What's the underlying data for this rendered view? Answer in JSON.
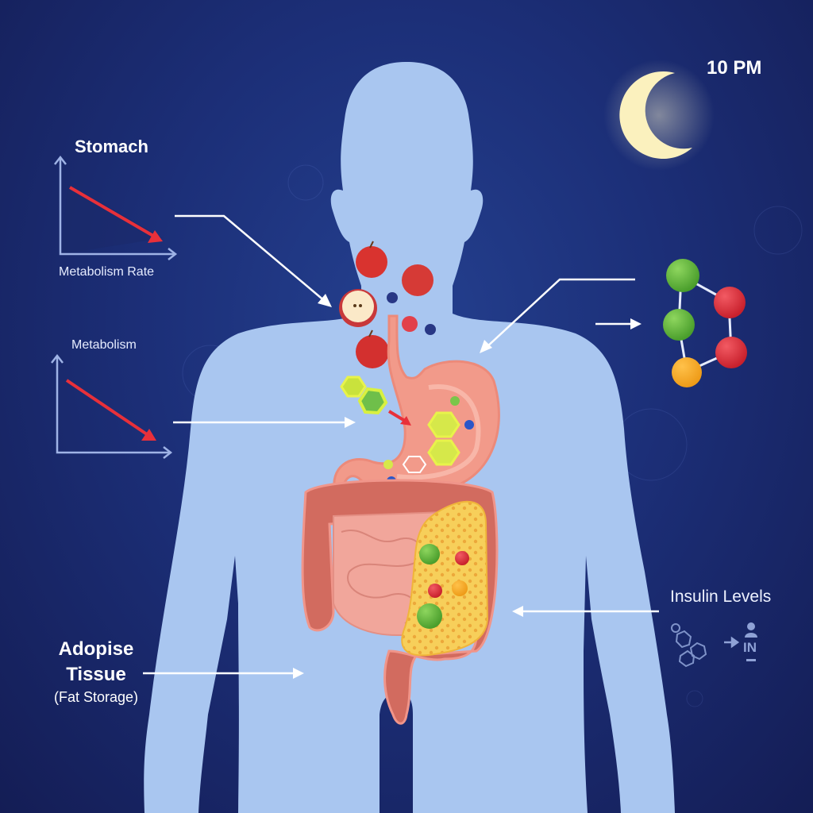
{
  "scene": {
    "time_label": "10 PM",
    "moon_icon": "crescent-moon-icon",
    "background_color": "#1c2f78",
    "body_color": "#a9c6f0"
  },
  "labels": {
    "stomach_chart": {
      "title": "Stomach",
      "axis_label": "Metabolism Rate",
      "trend": "decreasing"
    },
    "metabolism_chart": {
      "title": "Metabolism",
      "trend": "decreasing"
    },
    "adipose": {
      "line1": "Adopise",
      "line2": "Tissue",
      "sub": "(Fat Storage)"
    },
    "insulin": {
      "title": "Insulin Levels",
      "icon_text": "IN"
    }
  },
  "colors": {
    "arrow_red": "#e8303a",
    "axis": "#9fb3e6",
    "stomach": "#f29a8a",
    "colon": "#cf6a5e",
    "fat": "#f6c94e",
    "moon": "#fbf3c4",
    "green": "#5cb83a",
    "red": "#e0343f",
    "orange": "#f5a623"
  }
}
